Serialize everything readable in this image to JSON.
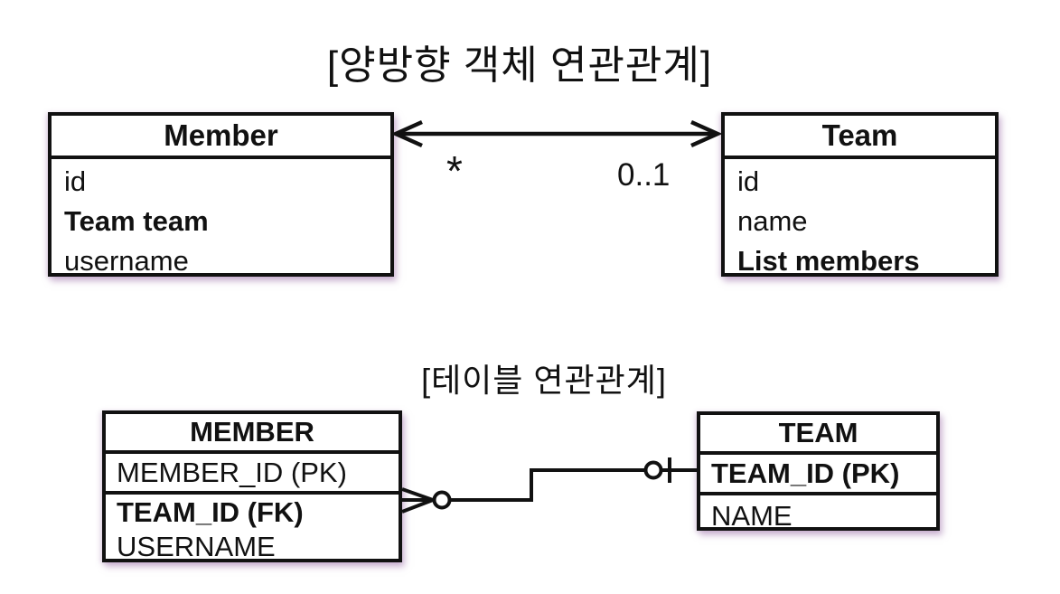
{
  "object_diagram": {
    "title": "[양방향 객체 연관관계]",
    "member_class": {
      "name": "Member",
      "fields": [
        "id",
        "Team team",
        "username"
      ]
    },
    "team_class": {
      "name": "Team",
      "fields": [
        "id",
        "name",
        "List members"
      ]
    },
    "relationship": {
      "member_multiplicity": "*",
      "team_multiplicity": "0..1"
    }
  },
  "table_diagram": {
    "title": "[테이블 연관관계]",
    "member_table": {
      "name": "MEMBER",
      "columns": [
        "MEMBER_ID (PK)",
        "TEAM_ID (FK)",
        "USERNAME"
      ]
    },
    "team_table": {
      "name": "TEAM",
      "columns": [
        "TEAM_ID (PK)",
        "NAME"
      ]
    }
  },
  "colors": {
    "line": "#111111",
    "box_fill": "#ffffff",
    "background": "#ffffff",
    "shadow": "rgba(168,128,178,0.55)"
  }
}
